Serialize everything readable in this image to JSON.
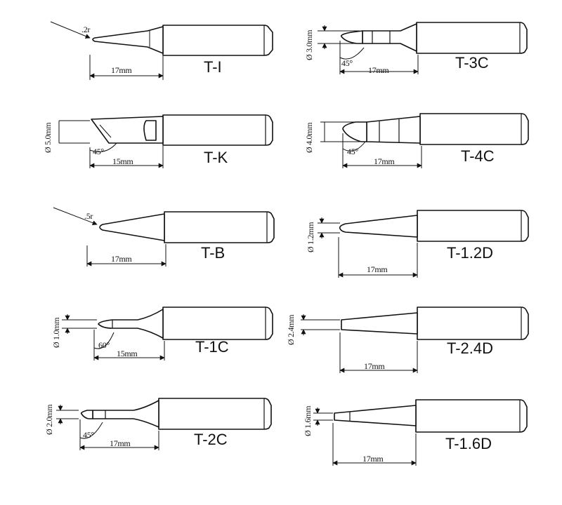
{
  "tips": [
    {
      "name": "T-I",
      "length": "17mm",
      "radius": ".2r"
    },
    {
      "name": "T-3C",
      "length": "17mm",
      "diameter": "Ø 3.0mm",
      "angle": "45°"
    },
    {
      "name": "T-K",
      "length": "15mm",
      "diameter": "Ø 5.0mm",
      "angle": "45°"
    },
    {
      "name": "T-4C",
      "length": "17mm",
      "diameter": "Ø 4.0mm",
      "angle": "45°"
    },
    {
      "name": "T-B",
      "length": "17mm",
      "radius": ".5r"
    },
    {
      "name": "T-1.2D",
      "length": "17mm",
      "diameter": "Ø 1.2mm"
    },
    {
      "name": "T-1C",
      "length": "15mm",
      "diameter": "Ø 1.0mm",
      "angle": "60°"
    },
    {
      "name": "T-2.4D",
      "length": "17mm",
      "diameter": "Ø 2.4mm"
    },
    {
      "name": "T-2C",
      "length": "17mm",
      "diameter": "Ø 2.0mm",
      "angle": "45°"
    },
    {
      "name": "T-1.6D",
      "length": "17mm",
      "diameter": "Ø 1.6mm"
    }
  ]
}
